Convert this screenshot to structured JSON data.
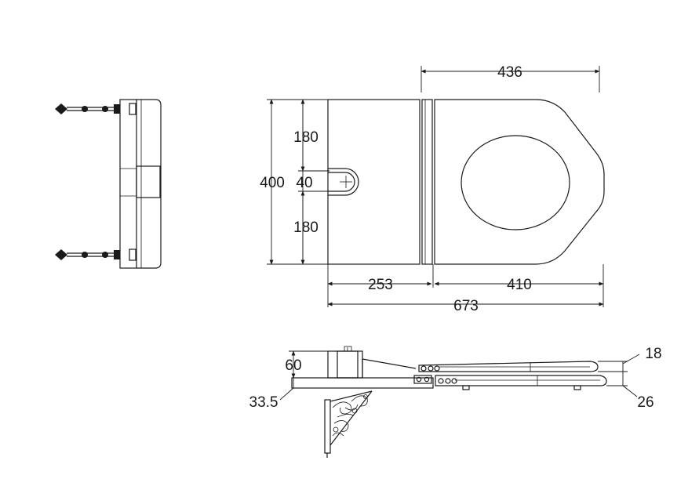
{
  "drawing": {
    "dimensions": {
      "seat_back_width": "436",
      "upper_margin": "180",
      "total_height": "400",
      "hinge_gap": "40",
      "lower_margin": "180",
      "cistern_depth": "253",
      "seat_depth": "410",
      "total_depth": "673",
      "cistern_height": "60",
      "bracket_height": "33.5",
      "lid_thickness": "18",
      "seat_thickness": "26"
    }
  }
}
